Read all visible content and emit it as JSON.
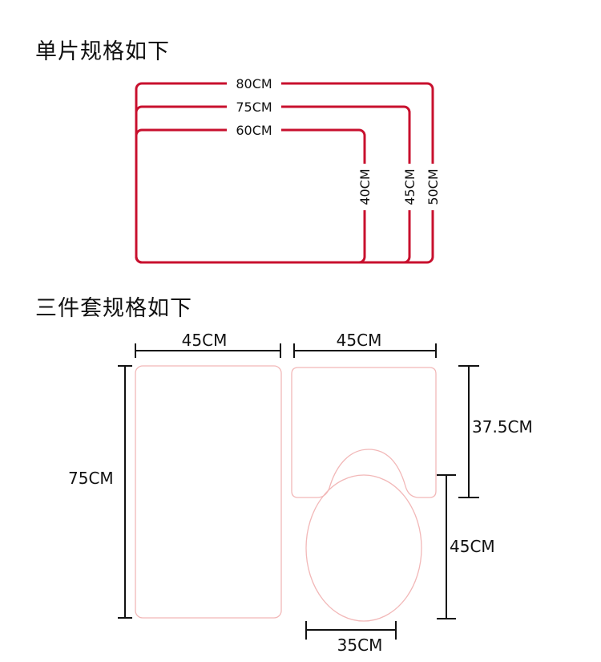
{
  "single": {
    "heading": "单片规格如下",
    "widths": [
      "80CM",
      "75CM",
      "60CM"
    ],
    "heights": [
      "40CM",
      "45CM",
      "50CM"
    ],
    "outline_color": "#c8102e"
  },
  "set": {
    "heading": "三件套规格如下",
    "mat_width": "45CM",
    "mat_height": "75CM",
    "contour_width": "45CM",
    "contour_height": "37.5CM",
    "lid_height": "45CM",
    "lid_width": "35CM",
    "outline_color": "#f2b8b8"
  }
}
